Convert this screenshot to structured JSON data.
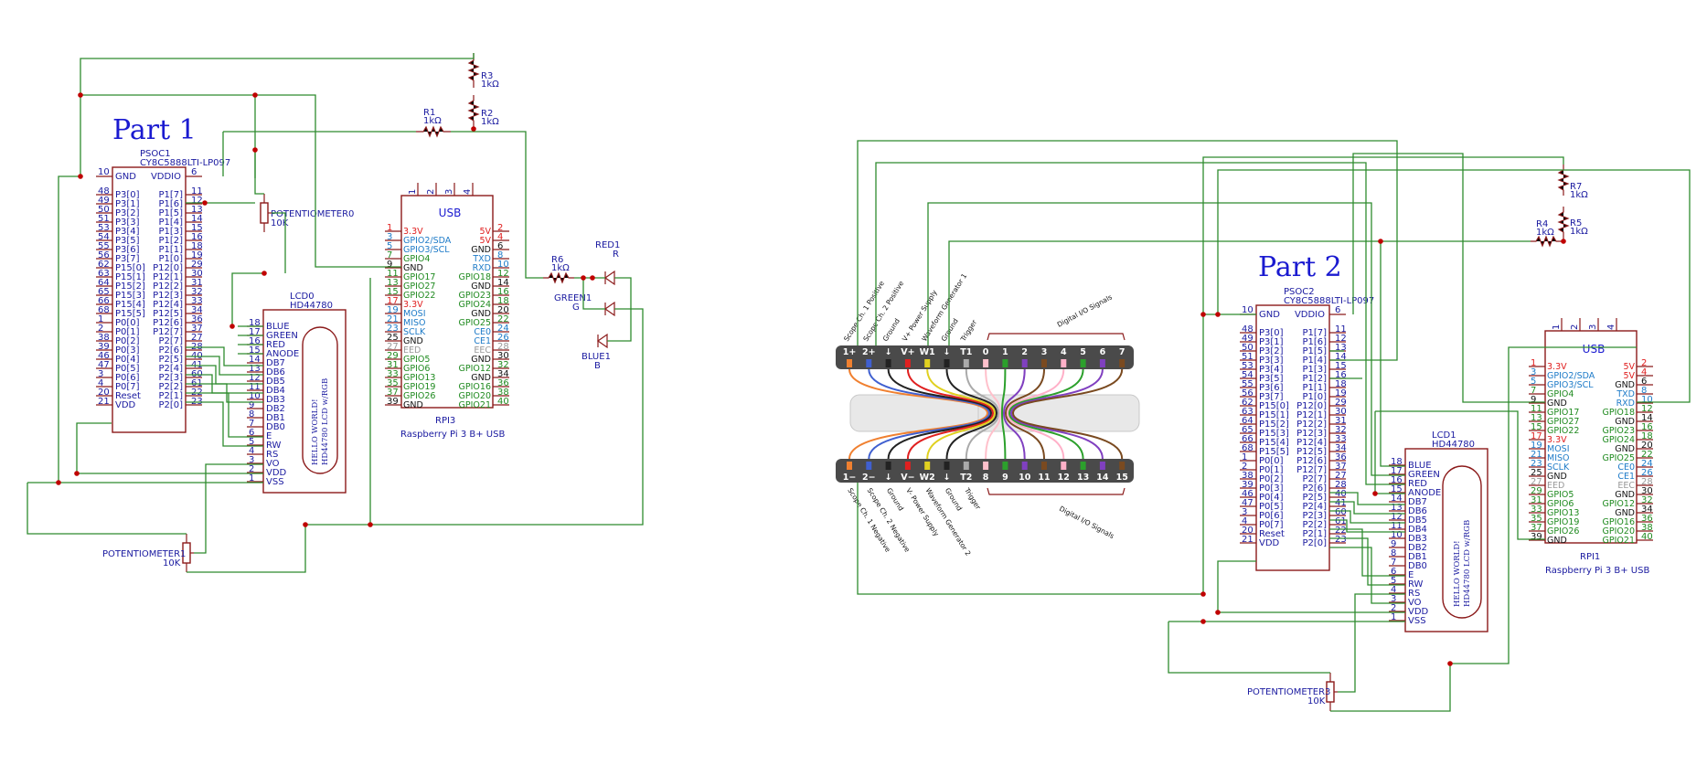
{
  "colors": {
    "wire": "#2e8b2e",
    "outline": "#8b1a1a",
    "junction": "#c00000",
    "text": "#1a1aa0",
    "title": "#1a1ad0",
    "red": "#e02020",
    "blue": "#1e7bc8",
    "green": "#1f8a1f"
  },
  "part1": {
    "title": "Part 1"
  },
  "part2": {
    "title": "Part 2"
  },
  "psoc1": {
    "ref": "PSOC1",
    "part": "CY8C5888LTI-LP097",
    "gnd": "GND",
    "vddio": "VDDIO",
    "gnd_num": "10",
    "vddio_num": "6"
  },
  "psoc2": {
    "ref": "PSOC2",
    "part": "CY8C5888LTI-LP097",
    "gnd": "GND",
    "vddio": "VDDIO",
    "gnd_num": "10",
    "vddio_num": "6"
  },
  "psoc_left_groups": [
    [
      [
        "48",
        "P3[0]"
      ],
      [
        "49",
        "P3[1]"
      ],
      [
        "50",
        "P3[2]"
      ],
      [
        "51",
        "P3[3]"
      ],
      [
        "53",
        "P3[4]"
      ],
      [
        "54",
        "P3[5]"
      ],
      [
        "55",
        "P3[6]"
      ],
      [
        "56",
        "P3[7]"
      ]
    ],
    [
      [
        "62",
        "P15[0]"
      ],
      [
        "63",
        "P15[1]"
      ],
      [
        "64",
        "P15[2]"
      ],
      [
        "65",
        "P15[3]"
      ],
      [
        "66",
        "P15[4]"
      ],
      [
        "68",
        "P15[5]"
      ],
      [
        "1",
        "P0[0]"
      ],
      [
        "2",
        "P0[1]"
      ]
    ],
    [
      [
        "38",
        "P0[2]"
      ],
      [
        "39",
        "P0[3]"
      ],
      [
        "46",
        "P0[4]"
      ],
      [
        "47",
        "P0[5]"
      ],
      [
        "3",
        "P0[6]"
      ],
      [
        "4",
        "P0[7]"
      ],
      [
        "20",
        "Reset"
      ],
      [
        "21",
        "VDD"
      ]
    ]
  ],
  "psoc_right_groups": [
    [
      [
        "11",
        "P1[7]"
      ],
      [
        "12",
        "P1[6]"
      ],
      [
        "13",
        "P1[5]"
      ],
      [
        "14",
        "P1[4]"
      ],
      [
        "15",
        "P1[3]"
      ],
      [
        "16",
        "P1[2]"
      ],
      [
        "18",
        "P1[1]"
      ],
      [
        "19",
        "P1[0]"
      ]
    ],
    [
      [
        "29",
        "P12[0]"
      ],
      [
        "30",
        "P12[1]"
      ],
      [
        "31",
        "P12[2]"
      ],
      [
        "32",
        "P12[3]"
      ],
      [
        "33",
        "P12[4]"
      ],
      [
        "34",
        "P12[5]"
      ],
      [
        "36",
        "P12[6]"
      ],
      [
        "37",
        "P12[7]"
      ]
    ],
    [
      [
        "27",
        "P2[7]"
      ],
      [
        "28",
        "P2[6]"
      ],
      [
        "40",
        "P2[5]"
      ],
      [
        "41",
        "P2[4]"
      ],
      [
        "60",
        "P2[3]"
      ],
      [
        "61",
        "P2[2]"
      ],
      [
        "22",
        "P2[1]"
      ],
      [
        "23",
        "P2[0]"
      ]
    ]
  ],
  "lcd0": {
    "ref": "LCD0",
    "part": "HD44780",
    "screen_line1": "HELLO WORLD!",
    "screen_line2": "HD44780 LCD w/RGB"
  },
  "lcd1": {
    "ref": "LCD1",
    "part": "HD44780",
    "screen_line1": "HELLO WORLD!",
    "screen_line2": "HD44780 LCD w/RGB"
  },
  "lcd_pins": [
    [
      "18",
      "BLUE"
    ],
    [
      "17",
      "GREEN"
    ],
    [
      "16",
      "RED"
    ],
    [
      "15",
      "ANODE"
    ],
    [
      "14",
      "DB7"
    ],
    [
      "13",
      "DB6"
    ],
    [
      "12",
      "DB5"
    ],
    [
      "11",
      "DB4"
    ],
    [
      "10",
      "DB3"
    ],
    [
      "9",
      "DB2"
    ],
    [
      "8",
      "DB1"
    ],
    [
      "7",
      "DB0"
    ],
    [
      "6",
      "E"
    ],
    [
      "5",
      "RW"
    ],
    [
      "4",
      "RS"
    ],
    [
      "3",
      "VO"
    ],
    [
      "2",
      "VDD"
    ],
    [
      "1",
      "VSS"
    ]
  ],
  "rpi3": {
    "ref": "RPI3",
    "desc": "Raspberry Pi 3 B+ USB",
    "usb": "USB"
  },
  "rpi1": {
    "ref": "RPI1",
    "desc": "Raspberry Pi 3 B+ USB",
    "usb": "USB"
  },
  "rpi_top_pins": [
    "1",
    "2",
    "3",
    "4"
  ],
  "rpi_left": [
    [
      "1",
      "3.3V",
      "red"
    ],
    [
      "3",
      "GPIO2/SDA",
      "blue"
    ],
    [
      "5",
      "GPIO3/SCL",
      "blue"
    ],
    [
      "7",
      "GPIO4",
      "green"
    ],
    [
      "9",
      "GND",
      "black"
    ],
    [
      "11",
      "GPIO17",
      "green"
    ],
    [
      "13",
      "GPIO27",
      "green"
    ],
    [
      "15",
      "GPIO22",
      "green"
    ],
    [
      "17",
      "3.3V",
      "red"
    ],
    [
      "19",
      "MOSI",
      "blue"
    ],
    [
      "21",
      "MISO",
      "blue"
    ],
    [
      "23",
      "SCLK",
      "blue"
    ],
    [
      "25",
      "GND",
      "black"
    ],
    [
      "27",
      "EED",
      "gray"
    ],
    [
      "29",
      "GPIO5",
      "green"
    ],
    [
      "31",
      "GPIO6",
      "green"
    ],
    [
      "33",
      "GPIO13",
      "green"
    ],
    [
      "35",
      "GPIO19",
      "green"
    ],
    [
      "37",
      "GPIO26",
      "green"
    ],
    [
      "39",
      "GND",
      "black"
    ]
  ],
  "rpi_right": [
    [
      "2",
      "5V",
      "red"
    ],
    [
      "4",
      "5V",
      "red"
    ],
    [
      "6",
      "GND",
      "black"
    ],
    [
      "8",
      "TXD",
      "blue"
    ],
    [
      "10",
      "RXD",
      "blue"
    ],
    [
      "12",
      "GPIO18",
      "green"
    ],
    [
      "14",
      "GND",
      "black"
    ],
    [
      "16",
      "GPIO23",
      "green"
    ],
    [
      "18",
      "GPIO24",
      "green"
    ],
    [
      "20",
      "GND",
      "black"
    ],
    [
      "22",
      "GPIO25",
      "green"
    ],
    [
      "24",
      "CE0",
      "blue"
    ],
    [
      "26",
      "CE1",
      "blue"
    ],
    [
      "28",
      "EEC",
      "gray"
    ],
    [
      "30",
      "GND",
      "black"
    ],
    [
      "32",
      "GPIO12",
      "green"
    ],
    [
      "34",
      "GND",
      "black"
    ],
    [
      "36",
      "GPIO16",
      "green"
    ],
    [
      "38",
      "GPIO20",
      "green"
    ],
    [
      "40",
      "GPIO21",
      "green"
    ]
  ],
  "resistors": {
    "r1": {
      "ref": "R1",
      "val": "1kΩ"
    },
    "r2": {
      "ref": "R2",
      "val": "1kΩ"
    },
    "r3": {
      "ref": "R3",
      "val": "1kΩ"
    },
    "r6": {
      "ref": "R6",
      "val": "1kΩ"
    },
    "r4": {
      "ref": "R4",
      "val": "1kΩ"
    },
    "r5": {
      "ref": "R5",
      "val": "1kΩ"
    },
    "r7": {
      "ref": "R7",
      "val": "1kΩ"
    }
  },
  "pots": {
    "pot0": {
      "ref": "POTENTIOMETER0",
      "val": "10K"
    },
    "pot1": {
      "ref": "POTENTIOMETER1",
      "val": "10K"
    },
    "pot3": {
      "ref": "POTENTIOMETER3",
      "val": "10K"
    }
  },
  "leds": {
    "red1": {
      "ref": "RED1",
      "val": "R"
    },
    "green1": {
      "ref": "GREEN1",
      "val": "G"
    },
    "blue1": {
      "ref": "BLUE1",
      "val": "B"
    }
  },
  "ad2": {
    "top_pins": [
      "1+",
      "2+",
      "↓",
      "V+",
      "W1",
      "↓",
      "T1",
      "0",
      "1",
      "2",
      "3",
      "4",
      "5",
      "6",
      "7"
    ],
    "bottom_pins": [
      "1−",
      "2−",
      "↓",
      "V−",
      "W2",
      "↓",
      "T2",
      "8",
      "9",
      "10",
      "11",
      "12",
      "13",
      "14",
      "15"
    ],
    "top_labels": [
      "Scope Ch. 1 Positive",
      "Scope Ch. 2 Positive",
      "Ground",
      "V+ Power Supply",
      "Waveform Generator 1",
      "Ground",
      "Trigger"
    ],
    "bottom_labels": [
      "Scope Ch. 1 Negative",
      "Scope Ch. 2 Negative",
      "Ground",
      "V- Power Supply",
      "Waveform Generator 2",
      "Ground",
      "Trigger"
    ],
    "digital_label": "Digital I/O Signals",
    "wire_colors": [
      "#f08030",
      "#4060d0",
      "#222222",
      "#e02020",
      "#e0d020",
      "#222222",
      "#aaaaaa",
      "#ffc0cb",
      "#2ca02c",
      "#8040c0",
      "#7a4a20",
      "#ffb0c8",
      "#2ca02c",
      "#8040c0",
      "#7a4a20"
    ]
  }
}
